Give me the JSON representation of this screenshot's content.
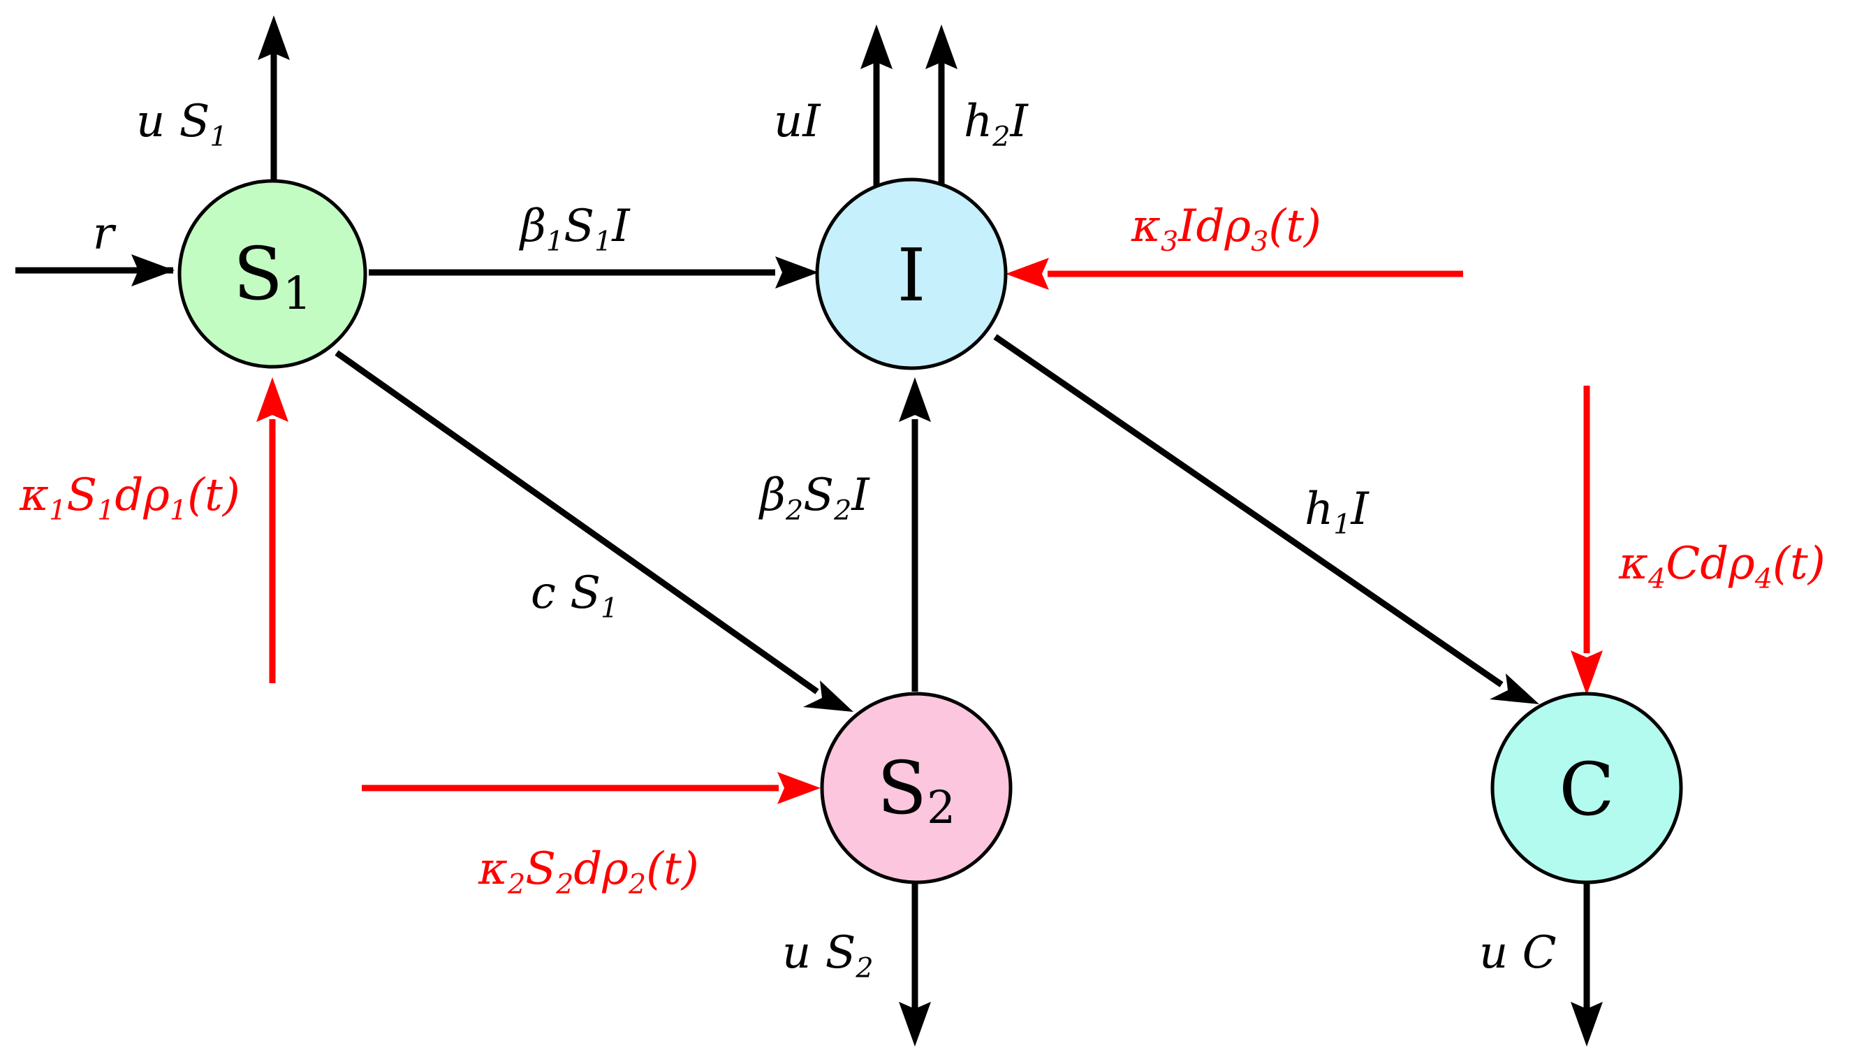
{
  "colors": {
    "flow": "#000000",
    "noise": "#ff0000",
    "s1_fill": "#c3fcc3",
    "i_fill": "#c6f0fb",
    "s2_fill": "#fbc6de",
    "c_fill": "#b4fbef",
    "node_stroke": "#000000"
  },
  "nodes": {
    "s1": {
      "main": "S",
      "sub": "1"
    },
    "i": {
      "main": "I"
    },
    "s2": {
      "main": "S",
      "sub": "2"
    },
    "c": {
      "main": "C"
    }
  },
  "labels": {
    "r": "r",
    "u_s1": {
      "a": "u S",
      "s": "1"
    },
    "u_i": "uI",
    "h2_i": {
      "a": "h",
      "s": "2",
      "b": "I"
    },
    "beta1": {
      "a": "β",
      "s1": "1",
      "b": "S",
      "s2": "1",
      "c": "I"
    },
    "kappa3": {
      "a": "κ",
      "s1": "3",
      "b": "Idρ",
      "s2": "3",
      "c": "(t)"
    },
    "kappa1": {
      "a": "κ",
      "s1": "1",
      "b": "S",
      "s2": "1",
      "c": "dρ",
      "s3": "1",
      "d": "(t)"
    },
    "beta2": {
      "a": "β",
      "s1": "2",
      "b": "S",
      "s2": "2",
      "c": "I"
    },
    "h1_i": {
      "a": "h",
      "s": "1",
      "b": "I"
    },
    "c_s1": {
      "a": "c S",
      "s": "1"
    },
    "kappa4": {
      "a": "κ",
      "s1": "4",
      "b": "Cdρ",
      "s2": "4",
      "c": "(t)"
    },
    "kappa2": {
      "a": "κ",
      "s1": "2",
      "b": "S",
      "s2": "2",
      "c": "dρ",
      "s3": "2",
      "d": "(t)"
    },
    "u_s2": {
      "a": "u S",
      "s": "2"
    },
    "u_c": "u C"
  }
}
